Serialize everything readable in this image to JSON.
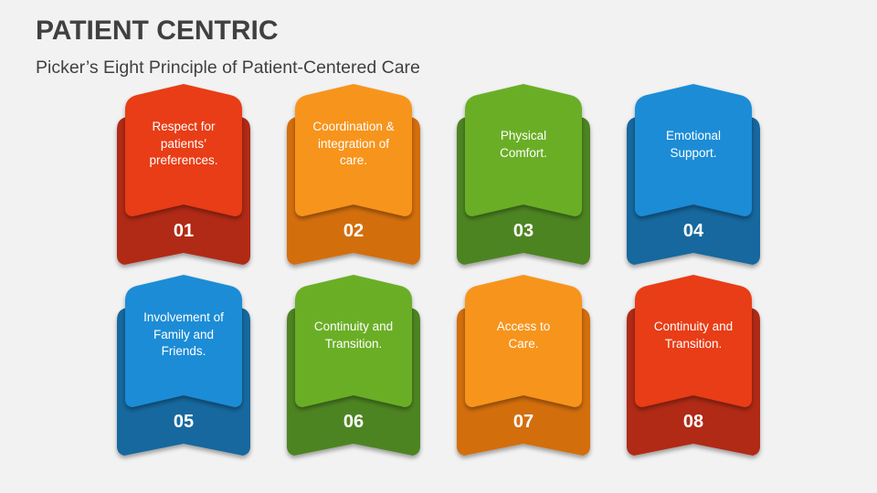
{
  "header": {
    "title": "PATIENT CENTRIC",
    "subtitle": "Picker’s Eight Principle of Patient-Centered Care"
  },
  "colors": {
    "background": "#F2F2F2",
    "title_text": "#404040",
    "red": {
      "front": "#E83E16",
      "back": "#B02A12"
    },
    "orange": {
      "front": "#F7941D",
      "back": "#D36E07"
    },
    "green": {
      "front": "#6AAE27",
      "back": "#4E8420"
    },
    "blue": {
      "front": "#1E8CD6",
      "back": "#14679E"
    }
  },
  "cards": [
    {
      "number": "01",
      "text": "Respect for patients’ preferences.",
      "lines": [
        "Respect for",
        "patients’",
        "preferences."
      ],
      "color": "red"
    },
    {
      "number": "02",
      "text": "Coordination & integration of care.",
      "lines": [
        "Coordination &",
        "integration of",
        "care."
      ],
      "color": "orange"
    },
    {
      "number": "03",
      "text": "Physical Comfort.",
      "lines": [
        "Physical",
        "Comfort."
      ],
      "color": "green"
    },
    {
      "number": "04",
      "text": "Emotional Support.",
      "lines": [
        "Emotional",
        "Support."
      ],
      "color": "blue"
    },
    {
      "number": "05",
      "text": "Involvement of Family and Friends.",
      "lines": [
        "Involvement of",
        "Family and",
        "Friends."
      ],
      "color": "blue"
    },
    {
      "number": "06",
      "text": "Continuity and Transition.",
      "lines": [
        "Continuity and",
        "Transition."
      ],
      "color": "green"
    },
    {
      "number": "07",
      "text": "Access to Care.",
      "lines": [
        "Access to",
        "Care."
      ],
      "color": "orange"
    },
    {
      "number": "08",
      "text": "Continuity and Transition.",
      "lines": [
        "Continuity and",
        "Transition."
      ],
      "color": "red"
    }
  ]
}
